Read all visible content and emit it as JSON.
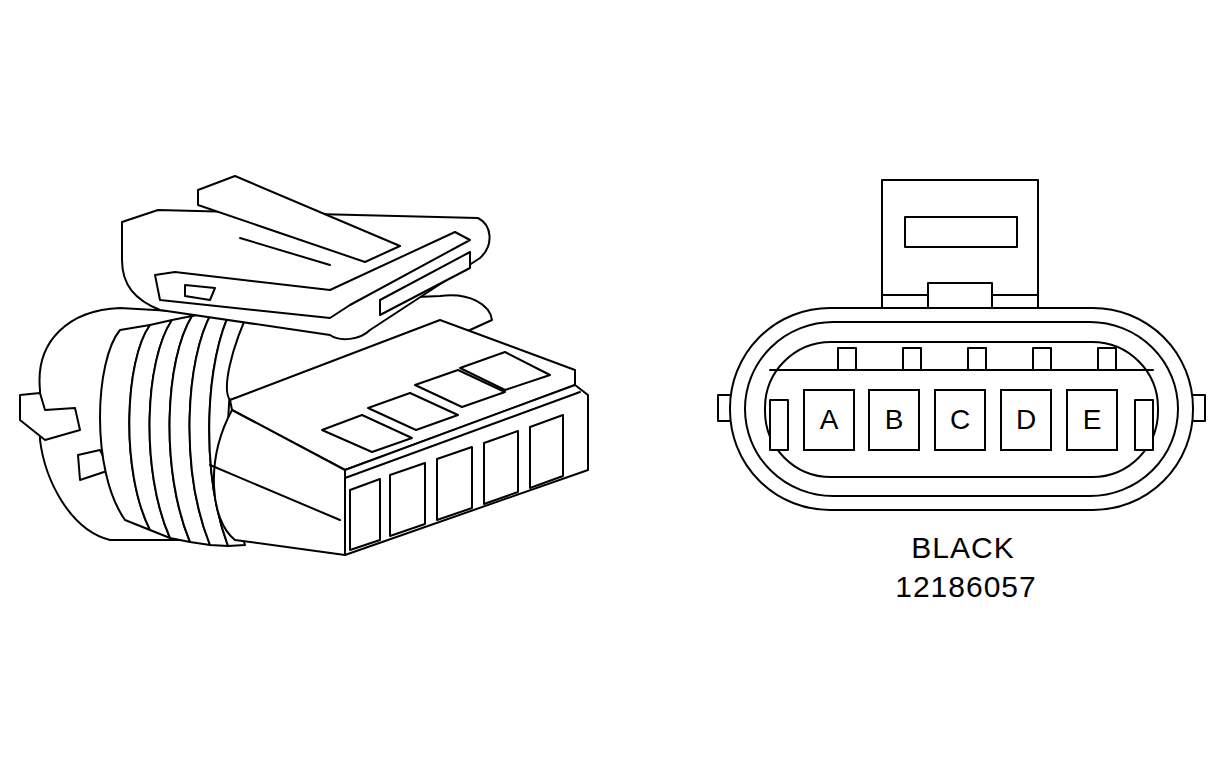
{
  "diagram": {
    "nodes": [
      {
        "text": [
          "A"
        ]
      },
      {
        "text": [
          "B"
        ]
      },
      {
        "text": [
          "C"
        ]
      },
      {
        "text": [
          "D"
        ]
      },
      {
        "text": [
          "E"
        ]
      }
    ],
    "labels": [
      "BLACK",
      "12186057"
    ]
  }
}
